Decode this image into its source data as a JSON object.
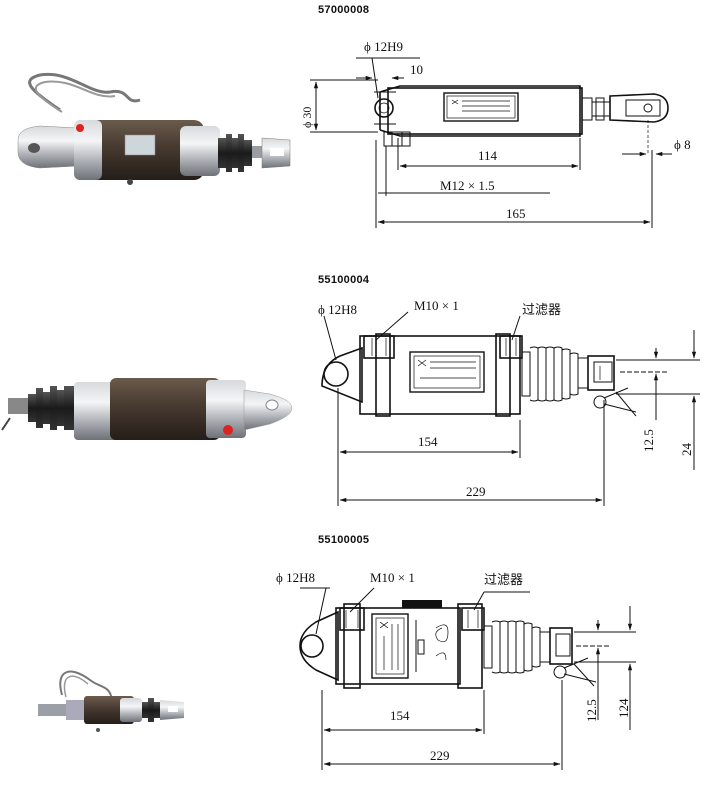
{
  "parts": [
    {
      "code": "57000008",
      "dims": {
        "bore": "ϕ 12H9",
        "offset": "10",
        "dia": "ϕ 30",
        "length_a": "114",
        "thread": "M12 × 1.5",
        "total": "165",
        "pin": "ϕ 8"
      }
    },
    {
      "code": "55100004",
      "dims": {
        "bore": "ϕ 12H8",
        "thread": "M10 × 1",
        "filter": "过滤器",
        "length_a": "154",
        "total": "229",
        "clevis_a": "12.5",
        "clevis_b": "24"
      }
    },
    {
      "code": "55100005",
      "dims": {
        "bore": "ϕ 12H8",
        "thread": "M10 × 1",
        "filter": "过滤器",
        "length_a": "154",
        "total": "229",
        "clevis_a": "12.5",
        "clevis_b": "124"
      }
    }
  ]
}
